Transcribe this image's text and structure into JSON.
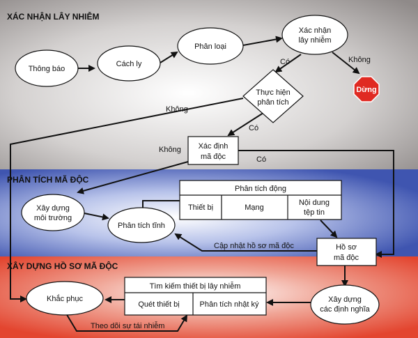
{
  "sections": {
    "confirm": {
      "title": "XÁC NHẬN LÂY NHIỄM"
    },
    "analysis": {
      "title": "PHÂN TÍCH MÃ ĐỘC"
    },
    "profile": {
      "title": "XÂY DỰNG HỒ SƠ MÃ ĐỘC"
    }
  },
  "nodes": {
    "thong_bao": "Thông báo",
    "cach_ly": "Cách ly",
    "phan_loai": "Phân loại",
    "xac_nhan_1": "Xác nhận",
    "xac_nhan_2": "lây nhiễm",
    "dung": "Dừng",
    "thuc_hien_1": "Thực hiện",
    "thuc_hien_2": "phân tích",
    "xac_dinh_1": "Xác định",
    "xac_dinh_2": "mã độc",
    "xay_dung_mt_1": "Xây dựng",
    "xay_dung_mt_2": "môi trường",
    "phan_tich_tinh": "Phân tích tĩnh",
    "ho_so_1": "Hồ sơ",
    "ho_so_2": "mã độc",
    "khac_phuc": "Khắc phục",
    "xay_dung_dn_1": "Xây dựng",
    "xay_dung_dn_2": "các định nghĩa"
  },
  "tables": {
    "dynamic": {
      "title": "Phân tích động",
      "cells": [
        "Thiết bị",
        "Mạng",
        "Nội dung",
        "tệp tin"
      ]
    },
    "search": {
      "title": "Tìm kiếm thiết bị lây nhiễm",
      "cells": [
        "Quét thiết bị",
        "Phân tích nhật ký"
      ]
    }
  },
  "edges": {
    "co_1": "Có",
    "khong_1": "Không",
    "co_2": "Có",
    "khong_2": "Không",
    "khong_3": "Không",
    "co_3": "Có",
    "cap_nhat": "Cập nhật hồ sơ mã độc",
    "theo_doi": "Theo dõi sự tái nhiễm"
  }
}
